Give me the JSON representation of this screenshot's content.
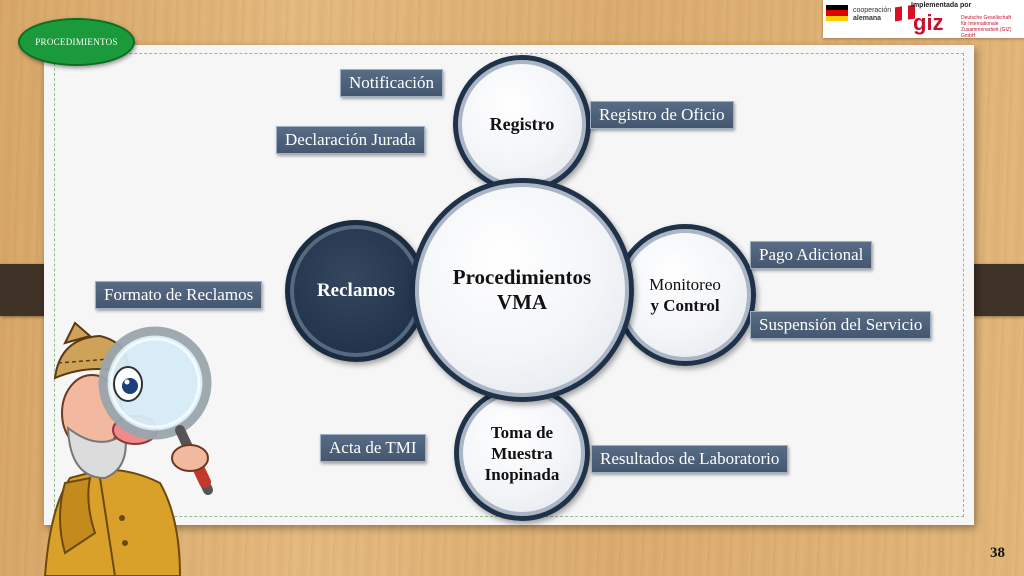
{
  "header": {
    "section_badge": "PROCEDIMIENTOS",
    "logo": {
      "cooperation_line1": "cooperación",
      "cooperation_line2": "alemana",
      "implemented_by": "Implementada por",
      "giz": "giz",
      "giz_sub1": "Deutsche Gesellschaft",
      "giz_sub2": "für Internationale",
      "giz_sub3": "Zusammenarbeit (GIZ) GmbH"
    }
  },
  "diagram": {
    "center": "Procedimientos VMA",
    "center_lines": [
      "Procedimientos",
      "VMA"
    ],
    "nodes": {
      "registro": "Registro",
      "monitoreo_lines": [
        "Monitoreo",
        "y Control"
      ],
      "toma_lines": [
        "Toma de",
        "Muestra",
        "Inopinada"
      ],
      "reclamos": "Reclamos"
    },
    "labels": {
      "notificacion": "Notificación",
      "declaracion": "Declaración Jurada",
      "registro_oficio": "Registro de Oficio",
      "pago_adicional": "Pago Adicional",
      "suspension": "Suspensión del Servicio",
      "formato_reclamos": "Formato de Reclamos",
      "acta_tmi": "Acta de TMI",
      "resultados": "Resultados de  Laboratorio"
    }
  },
  "colors": {
    "node_border": "#1f3249",
    "dark_node": "#22344b",
    "label_fill": "#4d6079",
    "badge_green": "#1a9a3a"
  },
  "footer": {
    "page_number": "38"
  }
}
